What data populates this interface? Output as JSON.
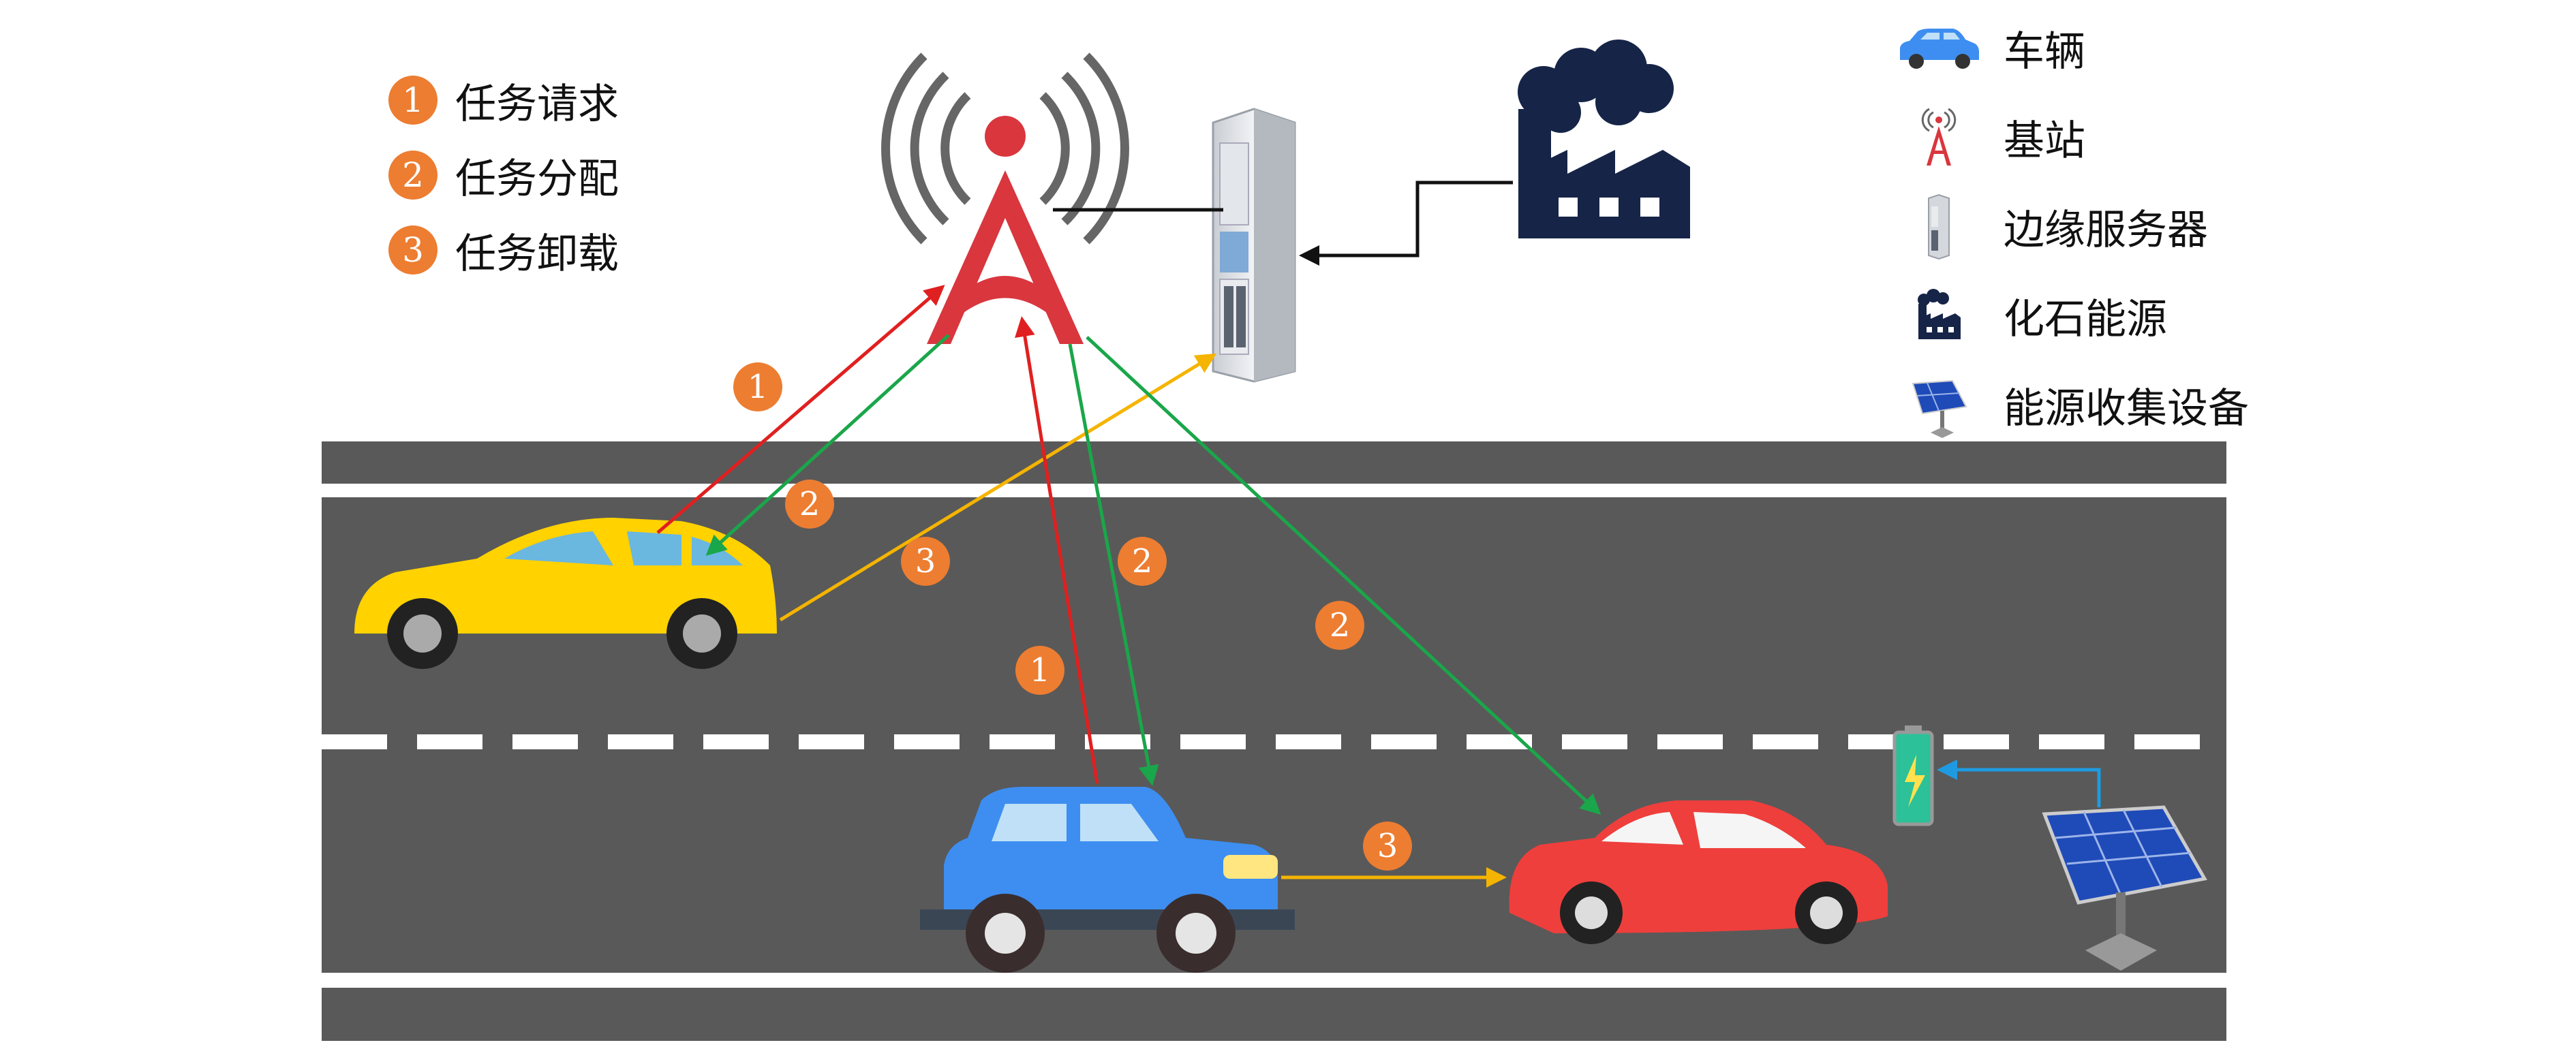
{
  "legend_steps": [
    {
      "num": "1",
      "label": "任务请求"
    },
    {
      "num": "2",
      "label": "任务分配"
    },
    {
      "num": "3",
      "label": "任务卸载"
    }
  ],
  "legend_icons": [
    {
      "icon": "car-icon",
      "label": "车辆"
    },
    {
      "icon": "base-station-icon",
      "label": "基站"
    },
    {
      "icon": "edge-server-icon",
      "label": "边缘服务器"
    },
    {
      "icon": "factory-icon",
      "label": "化石能源"
    },
    {
      "icon": "solar-panel-icon",
      "label": "能源收集设备"
    }
  ],
  "step_markers": [
    "1",
    "2",
    "3",
    "1",
    "2",
    "2",
    "3"
  ],
  "colors": {
    "request": "#e02020",
    "assign": "#1aa64a",
    "offload": "#f5b400",
    "energy": "#1e9be0",
    "badge": "#ed7d31",
    "road": "#595959",
    "tower": "#d9363e",
    "factory": "#162447"
  }
}
